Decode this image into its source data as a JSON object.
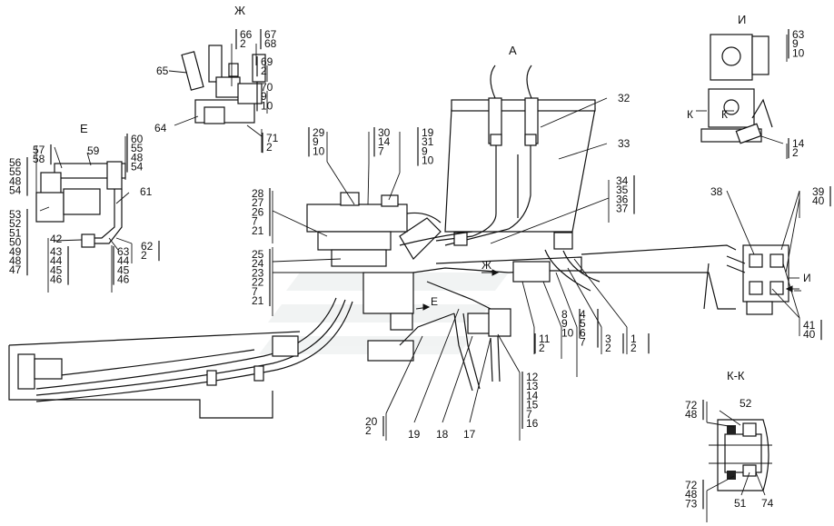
{
  "views": {
    "zh": "Ж",
    "i": "И",
    "a": "А",
    "e": "Е",
    "kk": "К-К"
  },
  "markers": {
    "zh_arrow": "Ж",
    "e_arrow": "Е",
    "i_arrow": "И",
    "k_left": "К",
    "k_right": "К"
  },
  "callouts": {
    "c66": [
      "66",
      "2"
    ],
    "c67": [
      "67",
      "68"
    ],
    "c65": [
      "65"
    ],
    "c69": [
      "69",
      "2"
    ],
    "c70": [
      "70",
      "9",
      "10"
    ],
    "c64": [
      "64"
    ],
    "c71": [
      "71",
      "2"
    ],
    "c63i": [
      "63",
      "9",
      "10"
    ],
    "c14": [
      "14",
      "2"
    ],
    "c32": [
      "32"
    ],
    "c33": [
      "33"
    ],
    "c29": [
      "29",
      "9",
      "10"
    ],
    "c30": [
      "30",
      "14",
      "7"
    ],
    "c19": [
      "19",
      "31",
      "9",
      "10"
    ],
    "c60": [
      "60",
      "55",
      "48",
      "54"
    ],
    "c57": [
      "57",
      "58"
    ],
    "c59": [
      "59"
    ],
    "c56": [
      "56",
      "55",
      "48",
      "54"
    ],
    "c61": [
      "61"
    ],
    "c53": [
      "53",
      "52",
      "51",
      "50",
      "49",
      "48",
      "47"
    ],
    "c42": [
      "42"
    ],
    "c43": [
      "43",
      "44",
      "45",
      "46"
    ],
    "c63": [
      "63",
      "44",
      "45",
      "46"
    ],
    "c62": [
      "62",
      "2"
    ],
    "c28": [
      "28",
      "27",
      "26",
      "7",
      "21"
    ],
    "c25": [
      "25",
      "24",
      "23",
      "22",
      "7",
      "21"
    ],
    "c34": [
      "34",
      "35",
      "36",
      "37"
    ],
    "c38": [
      "38"
    ],
    "c39": [
      "39",
      "40"
    ],
    "c41": [
      "41",
      "40"
    ],
    "c11": [
      "11",
      "2"
    ],
    "c8": [
      "8",
      "9",
      "10"
    ],
    "c4": [
      "4",
      "5",
      "6",
      "7"
    ],
    "c3": [
      "3",
      "2"
    ],
    "c1": [
      "1",
      "2"
    ],
    "c12": [
      "12",
      "13",
      "14",
      "15",
      "7",
      "16"
    ],
    "c20": [
      "20",
      "2"
    ],
    "c19b": [
      "19"
    ],
    "c18": [
      "18"
    ],
    "c17": [
      "17"
    ],
    "c72": [
      "72",
      "48"
    ],
    "c52": [
      "52"
    ],
    "c72b": [
      "72",
      "48",
      "73"
    ],
    "c51": [
      "51"
    ],
    "c74": [
      "74"
    ]
  }
}
